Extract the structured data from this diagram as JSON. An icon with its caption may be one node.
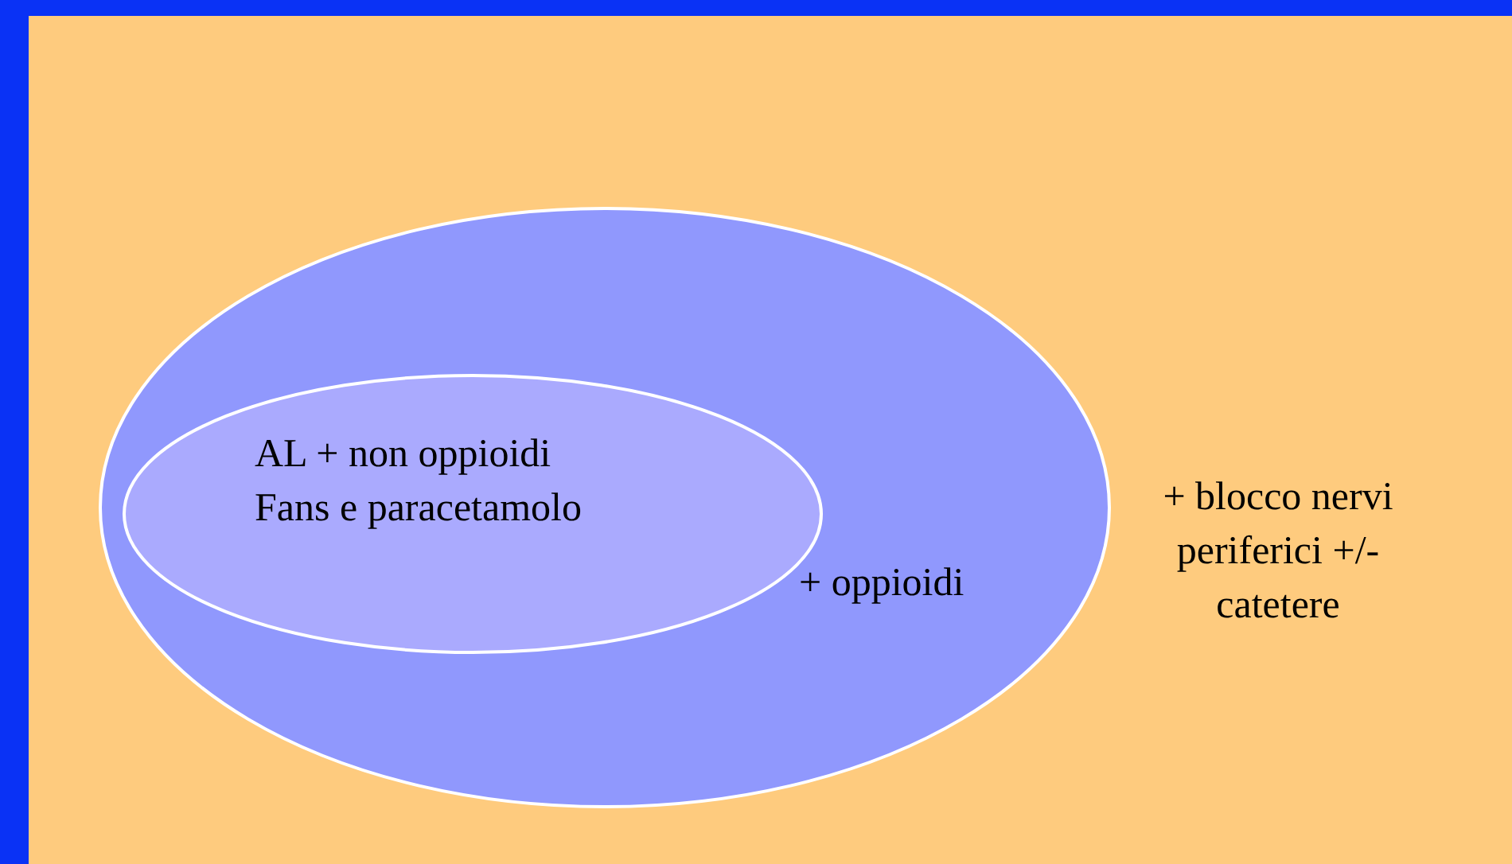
{
  "diagram": {
    "nodes": [
      {
        "text": [
          "+ blocco nervi periferici +/- catetere"
        ]
      },
      {
        "text": [
          "+ oppioidi"
        ],
        "in": 0
      },
      {
        "text": [
          "AL + non oppioidi",
          "Fans e paracetamolo"
        ],
        "in": 1
      }
    ]
  }
}
